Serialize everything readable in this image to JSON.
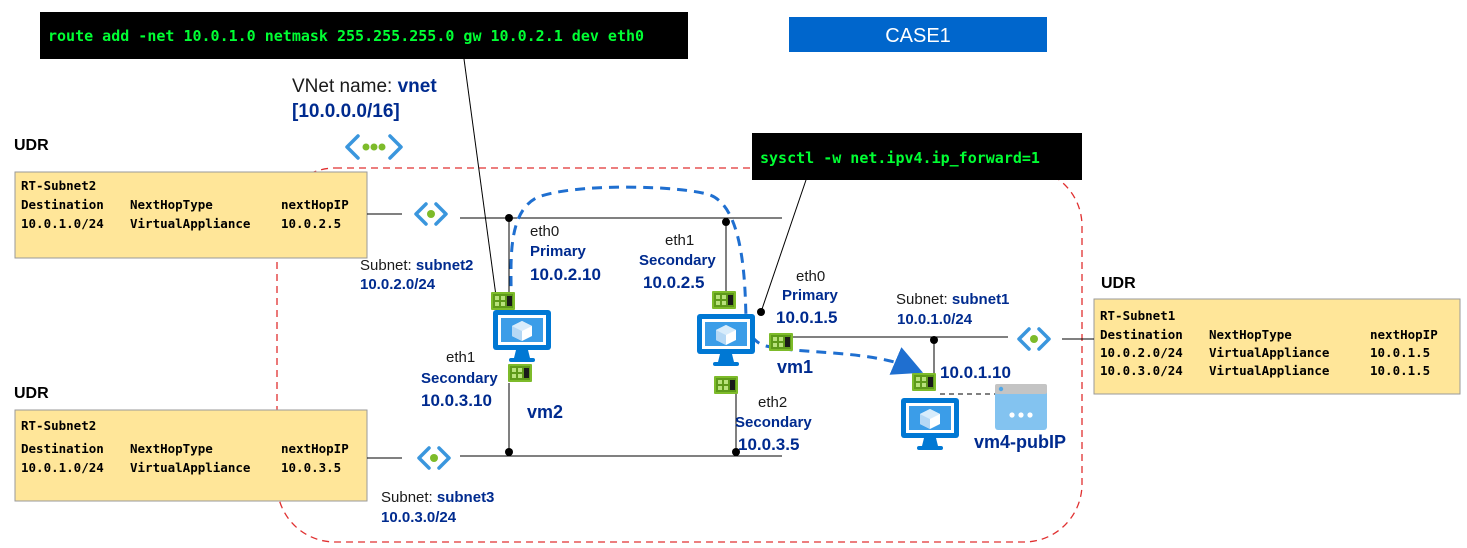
{
  "banner": {
    "label": "CASE1"
  },
  "commands": {
    "route": "route add -net 10.0.1.0 netmask 255.255.255.0 gw 10.0.2.1 dev eth0",
    "sysctl": "sysctl -w net.ipv4.ip_forward=1"
  },
  "vnet": {
    "name_label": "VNet name: ",
    "name": "vnet",
    "cidr": "[10.0.0.0/16]"
  },
  "udr_labels": [
    "UDR",
    "UDR",
    "UDR"
  ],
  "route_tables": [
    {
      "name": "RT-Subnet2",
      "headers": [
        "Destination",
        "NextHopType",
        "nextHopIP"
      ],
      "rows": [
        [
          "10.0.1.0/24",
          "VirtualAppliance",
          "10.0.2.5"
        ]
      ]
    },
    {
      "name": "RT-Subnet2",
      "headers": [
        "Destination",
        "NextHopType",
        "nextHopIP"
      ],
      "rows": [
        [
          "10.0.1.0/24",
          "VirtualAppliance",
          "10.0.3.5"
        ]
      ]
    },
    {
      "name": "RT-Subnet1",
      "headers": [
        "Destination",
        "NextHopType",
        "nextHopIP"
      ],
      "rows": [
        [
          "10.0.2.0/24",
          "VirtualAppliance",
          "10.0.1.5"
        ],
        [
          "10.0.3.0/24",
          "VirtualAppliance",
          "10.0.1.5"
        ]
      ]
    }
  ],
  "subnets": {
    "subnet2": {
      "prefix": "Subnet: ",
      "name": "subnet2",
      "cidr": "10.0.2.0/24"
    },
    "subnet1": {
      "prefix": "Subnet: ",
      "name": "subnet1",
      "cidr": "10.0.1.0/24"
    },
    "subnet3": {
      "prefix": "Subnet: ",
      "name": "subnet3",
      "cidr": "10.0.3.0/24"
    }
  },
  "vm2": {
    "name": "vm2",
    "eth0": {
      "nic": "eth0",
      "role": "Primary",
      "ip": "10.0.2.10"
    },
    "eth1": {
      "nic": "eth1",
      "role": "Secondary",
      "ip": "10.0.3.10"
    }
  },
  "vm1": {
    "name": "vm1",
    "eth1": {
      "nic": "eth1",
      "role": "Secondary",
      "ip": "10.0.2.5"
    },
    "eth0": {
      "nic": "eth0",
      "role": "Primary",
      "ip": "10.0.1.5"
    },
    "eth2": {
      "nic": "eth2",
      "role": "Secondary",
      "ip": "10.0.3.5"
    }
  },
  "vm4": {
    "ip": "10.0.1.10",
    "pubip_label": "vm4-pubIP"
  },
  "colors": {
    "command_bg": "#000000",
    "command_text": "#00ff33",
    "banner_bg": "#0066cc",
    "route_table_bg": "#ffe699",
    "navy_text": "#002b8f",
    "azure_blue": "#0078d4",
    "vnet_border": "#e03030",
    "nic_green": "#7dbb2a"
  }
}
